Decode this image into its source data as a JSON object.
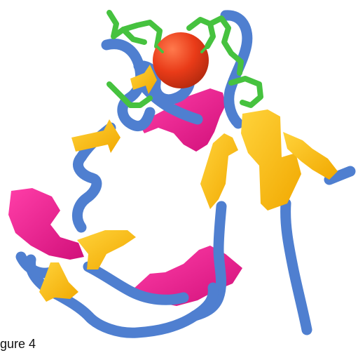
{
  "caption": "gure 4",
  "colors": {
    "coil": "#4f7fd0",
    "strand": "#ffbf12",
    "helix": "#ea1b8d",
    "sidechain": "#46c23f",
    "metal_ion": "#e93b18",
    "background": "#ffffff"
  },
  "elements": [
    "protein-backbone-coil",
    "beta-strand-arrows",
    "helix-ribbons",
    "ligand-side-chains",
    "metal-ion-sphere"
  ]
}
